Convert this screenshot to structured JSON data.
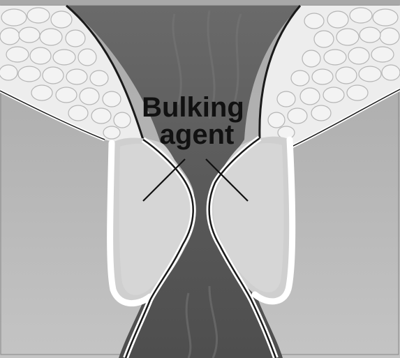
{
  "diagram": {
    "label_lines": [
      "Bulking",
      "agent"
    ],
    "colors": {
      "background_gray": "#b9b9b9",
      "channel_dark": "#5e5e5e",
      "channel_light": "#8a8a8a",
      "cell_fill": "#e6e6e6",
      "cell_stroke": "#a9a9a9",
      "bulking_fill": "#d3d3d3",
      "outline": "#1a1a1a",
      "line": "#111111"
    },
    "icons": {
      "tissue": "fatty-tissue-cells",
      "bulking": "bulking-agent-deposit"
    }
  }
}
